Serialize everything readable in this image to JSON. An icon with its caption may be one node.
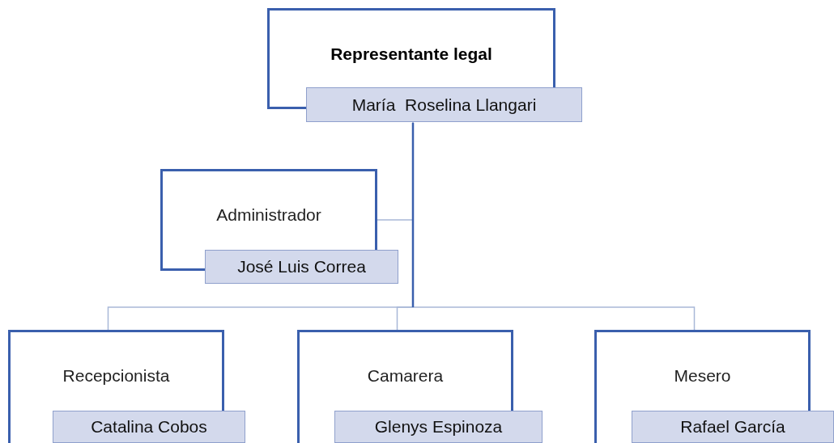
{
  "diagram": {
    "nodes": [
      {
        "text": [
          "Representante legal"
        ]
      },
      {
        "text": [
          "María  Roselina Llangari"
        ]
      },
      {
        "text": [
          "Administrador"
        ]
      },
      {
        "text": [
          "José Luis Correa"
        ]
      },
      {
        "text": [
          "Recepcionista"
        ]
      },
      {
        "text": [
          "Catalina Cobos"
        ]
      },
      {
        "text": [
          "Camarera"
        ]
      },
      {
        "text": [
          "Glenys Espinoza"
        ]
      },
      {
        "text": [
          "Mesero"
        ]
      },
      {
        "text": [
          "Rafael García"
        ]
      }
    ],
    "edges": [
      {
        "from": 1,
        "to": 2,
        "arrow": "none"
      },
      {
        "from": 1,
        "to": 4,
        "arrow": "none"
      },
      {
        "from": 1,
        "to": 6,
        "arrow": "none"
      },
      {
        "from": 1,
        "to": 8,
        "arrow": "none"
      }
    ]
  }
}
